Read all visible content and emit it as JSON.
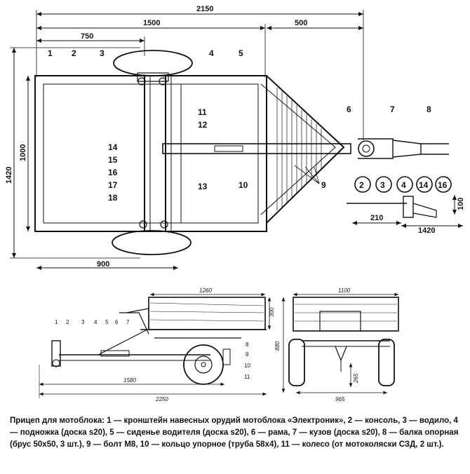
{
  "top_view": {
    "dimensions": {
      "overall_length": "2150",
      "length_1500": "1500",
      "length_750": "750",
      "length_500": "500",
      "width_1000": "1000",
      "width_1420": "1420",
      "length_900": "900",
      "detail_210": "210",
      "detail_1420": "1420",
      "detail_100": "100"
    },
    "callouts": [
      "1",
      "2",
      "3",
      "4",
      "5",
      "6",
      "7",
      "8",
      "9",
      "11",
      "12",
      "13",
      "14",
      "15",
      "16",
      "17",
      "18",
      "10"
    ],
    "circle_labels": [
      "2",
      "3",
      "4",
      "14",
      "16"
    ]
  },
  "side_view": {
    "dimensions": {
      "body_length": "1260",
      "body_height": "300",
      "overall_height": "880",
      "wheelbase_1580": "1580",
      "total_2250": "2250"
    },
    "callouts": [
      "1",
      "2",
      "3",
      "4",
      "5",
      "6",
      "7",
      "8",
      "9",
      "10",
      "11"
    ]
  },
  "rear_view": {
    "dimensions": {
      "body_width": "1100",
      "clearance": "265",
      "track": "965"
    }
  },
  "caption": {
    "text": "Прицеп для мотоблока: 1 — кронштейн навесных орудий мотоблока «Электроник», 2 — консоль, 3 — водило, 4 — подножка (доска s20), 5 — сиденье водителя (доска s20), 6 — рама, 7 — кузов (доска s20), 8 — балка опорная (брус 50х50, 3 шт.), 9 — болт М8, 10 — кольцо упорное (труба 58х4), 11 — колесо (от мотоколяски СЗД, 2 шт.)."
  }
}
